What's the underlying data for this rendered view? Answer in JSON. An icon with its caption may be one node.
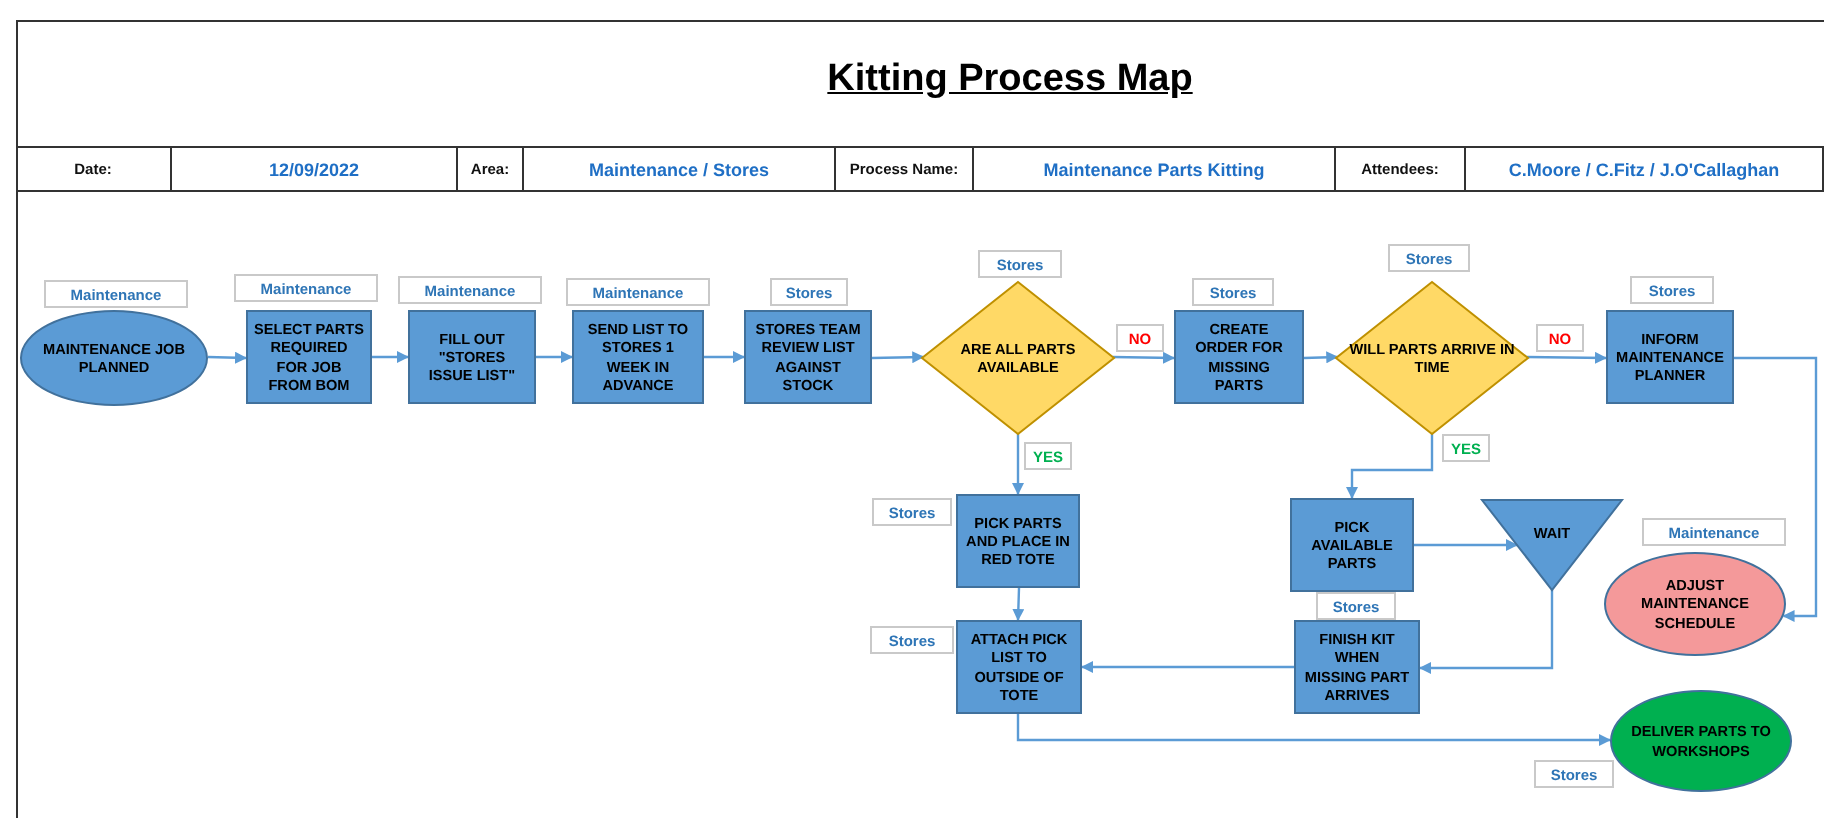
{
  "diagram": {
    "title": "Kitting Process Map",
    "nodes": [
      {
        "text": [
          "MAINTENANCE JOB PLANNED"
        ],
        "beside": [
          "Maintenance"
        ]
      },
      {
        "text": [
          "SELECT PARTS REQUIRED FOR JOB FROM BOM"
        ],
        "beside": [
          "Maintenance"
        ]
      },
      {
        "text": [
          "FILL OUT \"STORES ISSUE LIST\""
        ],
        "beside": [
          "Maintenance"
        ]
      },
      {
        "text": [
          "SEND LIST TO STORES 1 WEEK IN ADVANCE"
        ],
        "beside": [
          "Maintenance"
        ]
      },
      {
        "text": [
          "STORES TEAM REVIEW LIST AGAINST STOCK"
        ],
        "beside": [
          "Stores"
        ]
      },
      {
        "text": [
          "ARE ALL PARTS AVAILABLE"
        ],
        "beside": [
          "Stores"
        ]
      },
      {
        "text": [
          "CREATE ORDER FOR MISSING PARTS"
        ],
        "beside": [
          "Stores"
        ]
      },
      {
        "text": [
          "WILL PARTS ARRIVE IN TIME"
        ],
        "beside": [
          "Stores"
        ]
      },
      {
        "text": [
          "INFORM MAINTENANCE PLANNER"
        ],
        "beside": [
          "Stores"
        ]
      },
      {
        "text": [
          "PICK PARTS AND PLACE IN RED TOTE"
        ],
        "beside": [
          "Stores"
        ]
      },
      {
        "text": [
          "PICK AVAILABLE PARTS"
        ]
      },
      {
        "text": [
          "WAIT"
        ]
      },
      {
        "text": [
          "ADJUST MAINTENANCE SCHEDULE"
        ],
        "beside": [
          "Maintenance"
        ]
      },
      {
        "text": [
          "ATTACH PICK LIST TO OUTSIDE OF TOTE"
        ],
        "beside": [
          "Stores"
        ]
      },
      {
        "text": [
          "FINISH KIT WHEN MISSING PART ARRIVES"
        ],
        "beside": [
          "Stores"
        ]
      },
      {
        "text": [
          "DELIVER PARTS TO WORKSHOPS"
        ],
        "beside": [
          "Stores"
        ]
      }
    ],
    "edges": [
      {
        "from": 0,
        "to": 1,
        "arrow": "to"
      },
      {
        "from": 1,
        "to": 2,
        "arrow": "to"
      },
      {
        "from": 2,
        "to": 3,
        "arrow": "to"
      },
      {
        "from": 3,
        "to": 4,
        "arrow": "to"
      },
      {
        "from": 4,
        "to": 5,
        "arrow": "to"
      },
      {
        "from": 5,
        "to": 6,
        "arrow": "to",
        "label": "NO"
      },
      {
        "from": 6,
        "to": 7,
        "arrow": "to"
      },
      {
        "from": 7,
        "to": 8,
        "arrow": "to",
        "label": "NO"
      },
      {
        "from": 8,
        "to": 12,
        "arrow": "to"
      },
      {
        "from": 5,
        "to": 9,
        "arrow": "to",
        "label": "YES"
      },
      {
        "from": 7,
        "to": 10,
        "arrow": "to",
        "label": "YES"
      },
      {
        "from": 10,
        "to": 11,
        "arrow": "to"
      },
      {
        "from": 11,
        "to": 14,
        "arrow": "to"
      },
      {
        "from": 9,
        "to": 13,
        "arrow": "to"
      },
      {
        "from": 14,
        "to": 13,
        "arrow": "to"
      },
      {
        "from": 13,
        "to": 15,
        "arrow": "to"
      }
    ],
    "labels": [
      "Date:",
      "12/09/2022",
      "Area:",
      "Maintenance / Stores",
      "Process Name:",
      "Maintenance Parts Kitting",
      "Attendees:",
      "C.Moore / C.Fitz / J.O'Callaghan"
    ]
  }
}
